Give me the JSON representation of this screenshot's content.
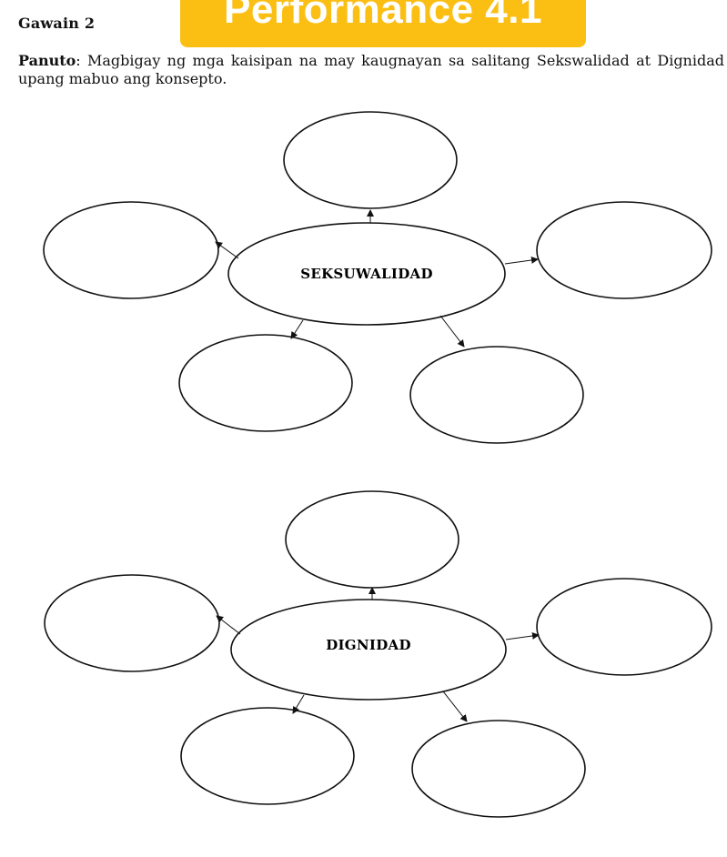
{
  "header": {
    "activity": "Gawain 2",
    "banner": "Performance 4.1"
  },
  "instructions": {
    "label": "Panuto",
    "text": ": Magbigay ng mga kaisipan na may kaugnayan sa salitang Sekswalidad at Dignidad upang mabuo ang konsepto."
  },
  "concept_maps": [
    {
      "center_label": "SEKSUWALIDAD"
    },
    {
      "center_label": "DIGNIDAD"
    }
  ],
  "colors": {
    "banner": "#fbbf14",
    "banner_text": "#ffffff",
    "ink": "#111111"
  }
}
